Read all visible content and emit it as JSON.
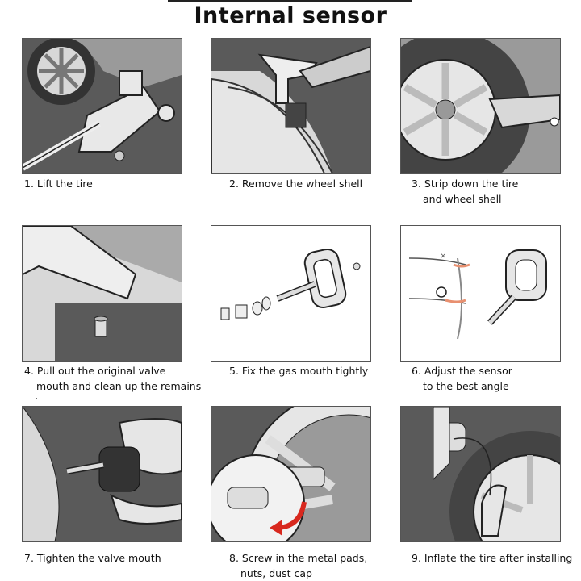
{
  "title": "Internal sensor",
  "steps": [
    {
      "line1": "1. Lift the tire",
      "line2": "",
      "icon": "car-jack-icon"
    },
    {
      "line1": "2. Remove the wheel shell",
      "line2": "",
      "icon": "tire-lever-icon"
    },
    {
      "line1": "3. Strip down the tire",
      "line2": "and wheel shell",
      "icon": "tire-changer-icon"
    },
    {
      "line1": "4. Pull out the original valve",
      "line2": "mouth and clean up the remains",
      "icon": "valve-stem-icon"
    },
    {
      "line1": "5. Fix the gas mouth tightly",
      "line2": "",
      "icon": "sensor-parts-icon"
    },
    {
      "line1": "6. Adjust the sensor",
      "line2": "to the best angle",
      "icon": "sensor-angle-icon"
    },
    {
      "line1": "7. Tighten the valve mouth",
      "line2": "",
      "icon": "hand-sensor-icon"
    },
    {
      "line1": "8. Screw in the metal pads,",
      "line2": "nuts, dust cap",
      "icon": "valve-cap-icon"
    },
    {
      "line1": "9. Inflate the tire after installing",
      "line2": "",
      "icon": "inflator-icon"
    }
  ],
  "colors": {
    "dark": "#5a5a5a",
    "mid": "#9a9a9a",
    "light": "#d8d8d8",
    "arrow": "#d8281e",
    "accent": "#e89070"
  }
}
